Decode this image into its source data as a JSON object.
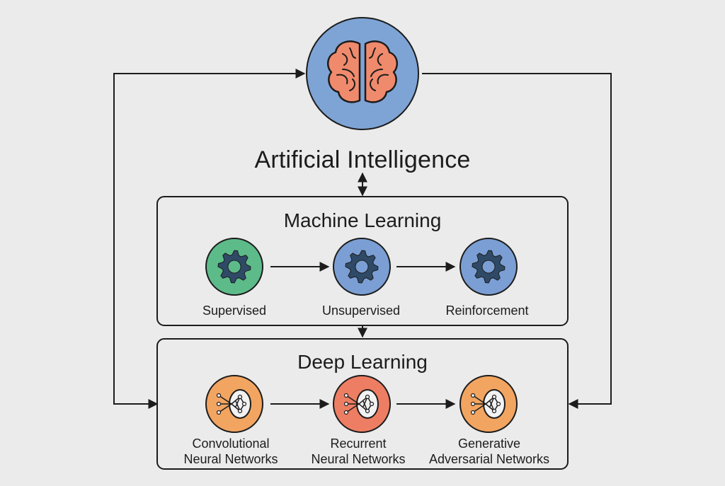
{
  "title": "Artificial Intelligence",
  "brain_icon": "brain-icon",
  "machine_learning": {
    "title": "Machine Learning",
    "icon": "gear-icon",
    "nodes": [
      {
        "label": "Supervised",
        "color": "#5dbb8a"
      },
      {
        "label": "Unsupervised",
        "color": "#7b9fd4"
      },
      {
        "label": "Reinforcement",
        "color": "#7b9fd4"
      }
    ]
  },
  "deep_learning": {
    "title": "Deep Learning",
    "icon": "neural-network-icon",
    "nodes": [
      {
        "label_line1": "Convolutional",
        "label_line2": "Neural Networks",
        "color": "#f2a561"
      },
      {
        "label_line1": "Recurrent",
        "label_line2": "Neural Networks",
        "color": "#ee7e63"
      },
      {
        "label_line1": "Generative",
        "label_line2": "Adversarial Networks",
        "color": "#f2a561"
      }
    ]
  },
  "colors": {
    "background": "#ebebeb",
    "ai_circle": "#7ea4d6",
    "brain": "#f08a6c",
    "gear": "#2f4a66",
    "line": "#1c1c1c"
  }
}
